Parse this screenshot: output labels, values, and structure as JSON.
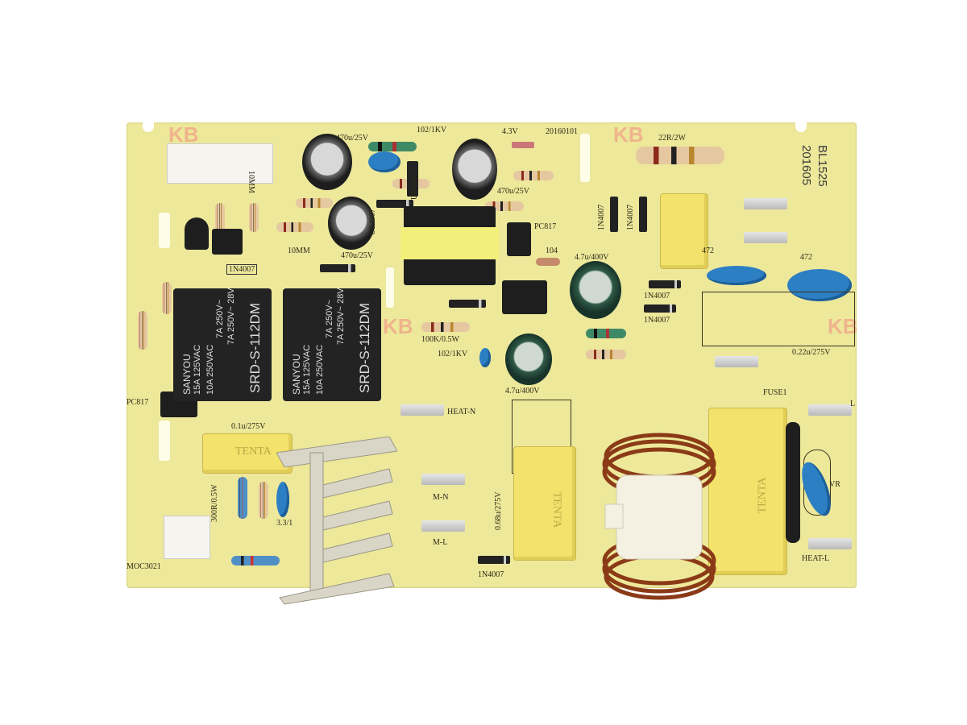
{
  "board": {
    "model": "BL1525",
    "date_code": "201605",
    "silk_date": "20160101",
    "corner_marks": [
      "KB",
      "KB",
      "KB",
      "KB"
    ]
  },
  "silkscreen": {
    "c_top_left": "470u/25V",
    "hv_cap_top": "102/1KV",
    "zener": "4.3V",
    "cap_top_right": "470u/25V",
    "cap_mid_left": "470u/25V",
    "diode_uf1": "UF4007",
    "diode_uf2": "UF4007",
    "jumper_10mm_a": "10MM",
    "jumper_10mm_b": "10MM",
    "diode_1n4007_left": "1N4007",
    "optocoupler_top": "PC817",
    "cap_104": "104",
    "cap_hv_1": "4.7u/400V",
    "cap_hv_2": "4.7u/400V",
    "res_22r": "22R/2W",
    "diode_1n4007_a": "1N4007",
    "diode_1n4007_b": "1N4007",
    "diode_1n4007_c": "1N4007",
    "diode_1n4007_d": "1N4007",
    "diode_1n4007_bottom": "1N4007",
    "ycap_472_a": "472",
    "ycap_472_b": "472",
    "xcap_022": "0.22u/275V",
    "res_100k": "100K/0.5W",
    "hv_cap_mid": "102/1KV",
    "optocoupler_left": "PC817",
    "heat_n": "HEAT-N",
    "xcap_01": "0.1u/275V",
    "res_300r": "300R/0.5W",
    "cap_3u3": "3.3/1",
    "m_n": "M-N",
    "m_l": "M-L",
    "moc": "MOC3021",
    "xcap_068": "0.68u/275V",
    "fuse": "FUSE1",
    "terminal_l": "L",
    "varistor": "VR",
    "heat_l": "HEAT-L"
  },
  "relays": [
    {
      "brand": "SANYOU",
      "model": "SRD-S-112DM",
      "rating_1": "7A 250V~",
      "rating_2": "7A 250V~ 28V",
      "rating_3": "15A 125VAC",
      "rating_4": "10A 250VAC"
    },
    {
      "brand": "SANYOU",
      "model": "SRD-S-112DM",
      "rating_1": "7A 250V~",
      "rating_2": "7A 250V~ 28V",
      "rating_3": "15A 125VAC",
      "rating_4": "10A 250VAC"
    }
  ],
  "capacitor_brand": "TENTA",
  "colors": {
    "pcb": "#ede89a",
    "relay": "#232323",
    "xcap": "#f3e26b",
    "coil": "#8b3a17",
    "ycap": "#2d7fc4"
  }
}
